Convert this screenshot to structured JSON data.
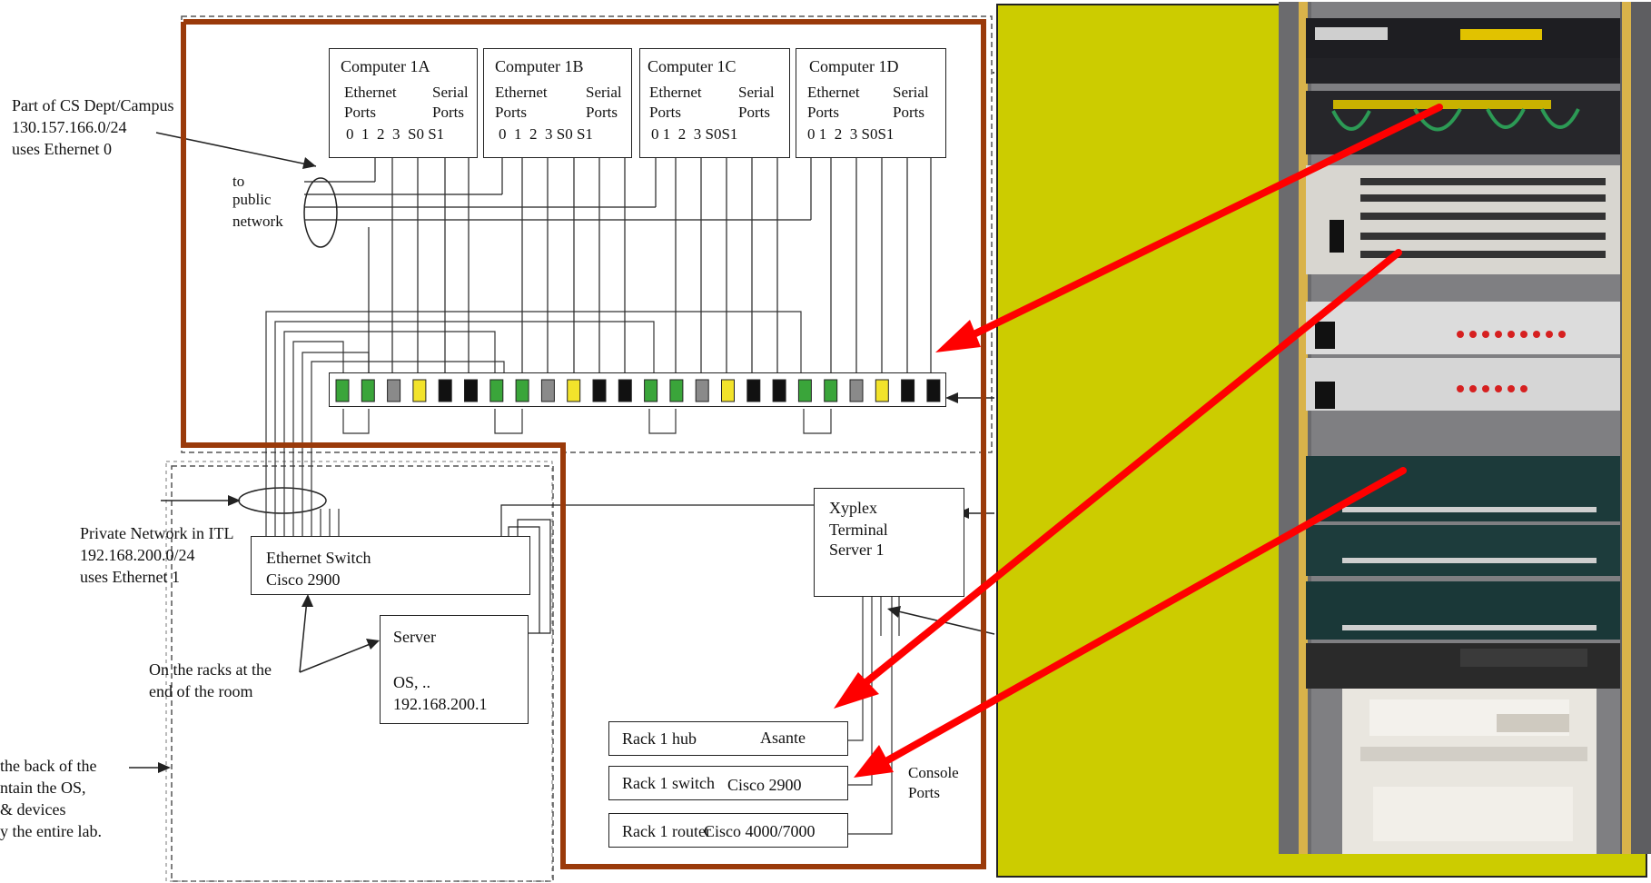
{
  "note_campus": {
    "line1": "Part of CS Dept/Campus",
    "line2": "130.157.166.0/24",
    "line3": "uses Ethernet 0"
  },
  "public_network": {
    "line1": "to",
    "line2": "public",
    "line3": "network"
  },
  "computers": [
    {
      "title": "Computer 1A",
      "eth": "Ethernet",
      "ports_word": "Ports",
      "serial": "Serial",
      "serial_ports": "Ports",
      "port_ids": "0  1  2  3  S0 S1"
    },
    {
      "title": "Computer 1B",
      "eth": "Ethernet",
      "ports_word": "Ports",
      "serial": "Serial",
      "serial_ports": "Ports",
      "port_ids": "0  1  2  3 S0 S1"
    },
    {
      "title": "Computer 1C",
      "eth": "Ethernet",
      "ports_word": "Ports",
      "serial": "Serial",
      "serial_ports": "Ports",
      "port_ids": "0 1  2  3 S0S1"
    },
    {
      "title": "Computer 1D",
      "eth": "Ethernet",
      "ports_word": "Ports",
      "serial": "Serial",
      "serial_ports": "Ports",
      "port_ids": "0 1  2  3 S0S1"
    }
  ],
  "patch_panel": {
    "port_colors": [
      "green",
      "green",
      "gray",
      "yellow",
      "black",
      "black",
      "green",
      "green",
      "gray",
      "yellow",
      "black",
      "black",
      "green",
      "green",
      "gray",
      "yellow",
      "black",
      "black",
      "green",
      "green",
      "gray",
      "yellow",
      "black",
      "black"
    ],
    "colors": {
      "green": "#3aa53a",
      "gray": "#8a8a8a",
      "yellow": "#f2e32b",
      "black": "#111111"
    }
  },
  "private_network": {
    "line1": "Private Network in ITL",
    "line2": "192.168.200.0/24",
    "line3": "uses Ethernet 1"
  },
  "ethernet_switch": {
    "line1": "Ethernet Switch",
    "line2": "Cisco 2900"
  },
  "server": {
    "title": "Server",
    "os": "OS, ..",
    "ip": "192.168.200.1"
  },
  "racks_note": {
    "line1": "On the racks at the",
    "line2": "end of the room"
  },
  "back_note": {
    "line1": "the back of the",
    "line2": "ntain the OS,",
    "line3": "& devices",
    "line4": "y the entire lab."
  },
  "xyplex": {
    "line1": "Xyplex",
    "line2": "Terminal",
    "line3": "Server 1"
  },
  "rack_items": [
    {
      "name": "Rack 1 hub",
      "model": "Asante"
    },
    {
      "name": "Rack 1 switch",
      "model": "Cisco 2900"
    },
    {
      "name": "Rack 1 router",
      "model": "Cisco 4000/7000"
    }
  ],
  "console": {
    "line1": "Console",
    "line2": "Ports"
  },
  "colors": {
    "highlight_border": "#9a3a0a",
    "photo_background": "#cccc00",
    "arrow": "#ff0000"
  }
}
